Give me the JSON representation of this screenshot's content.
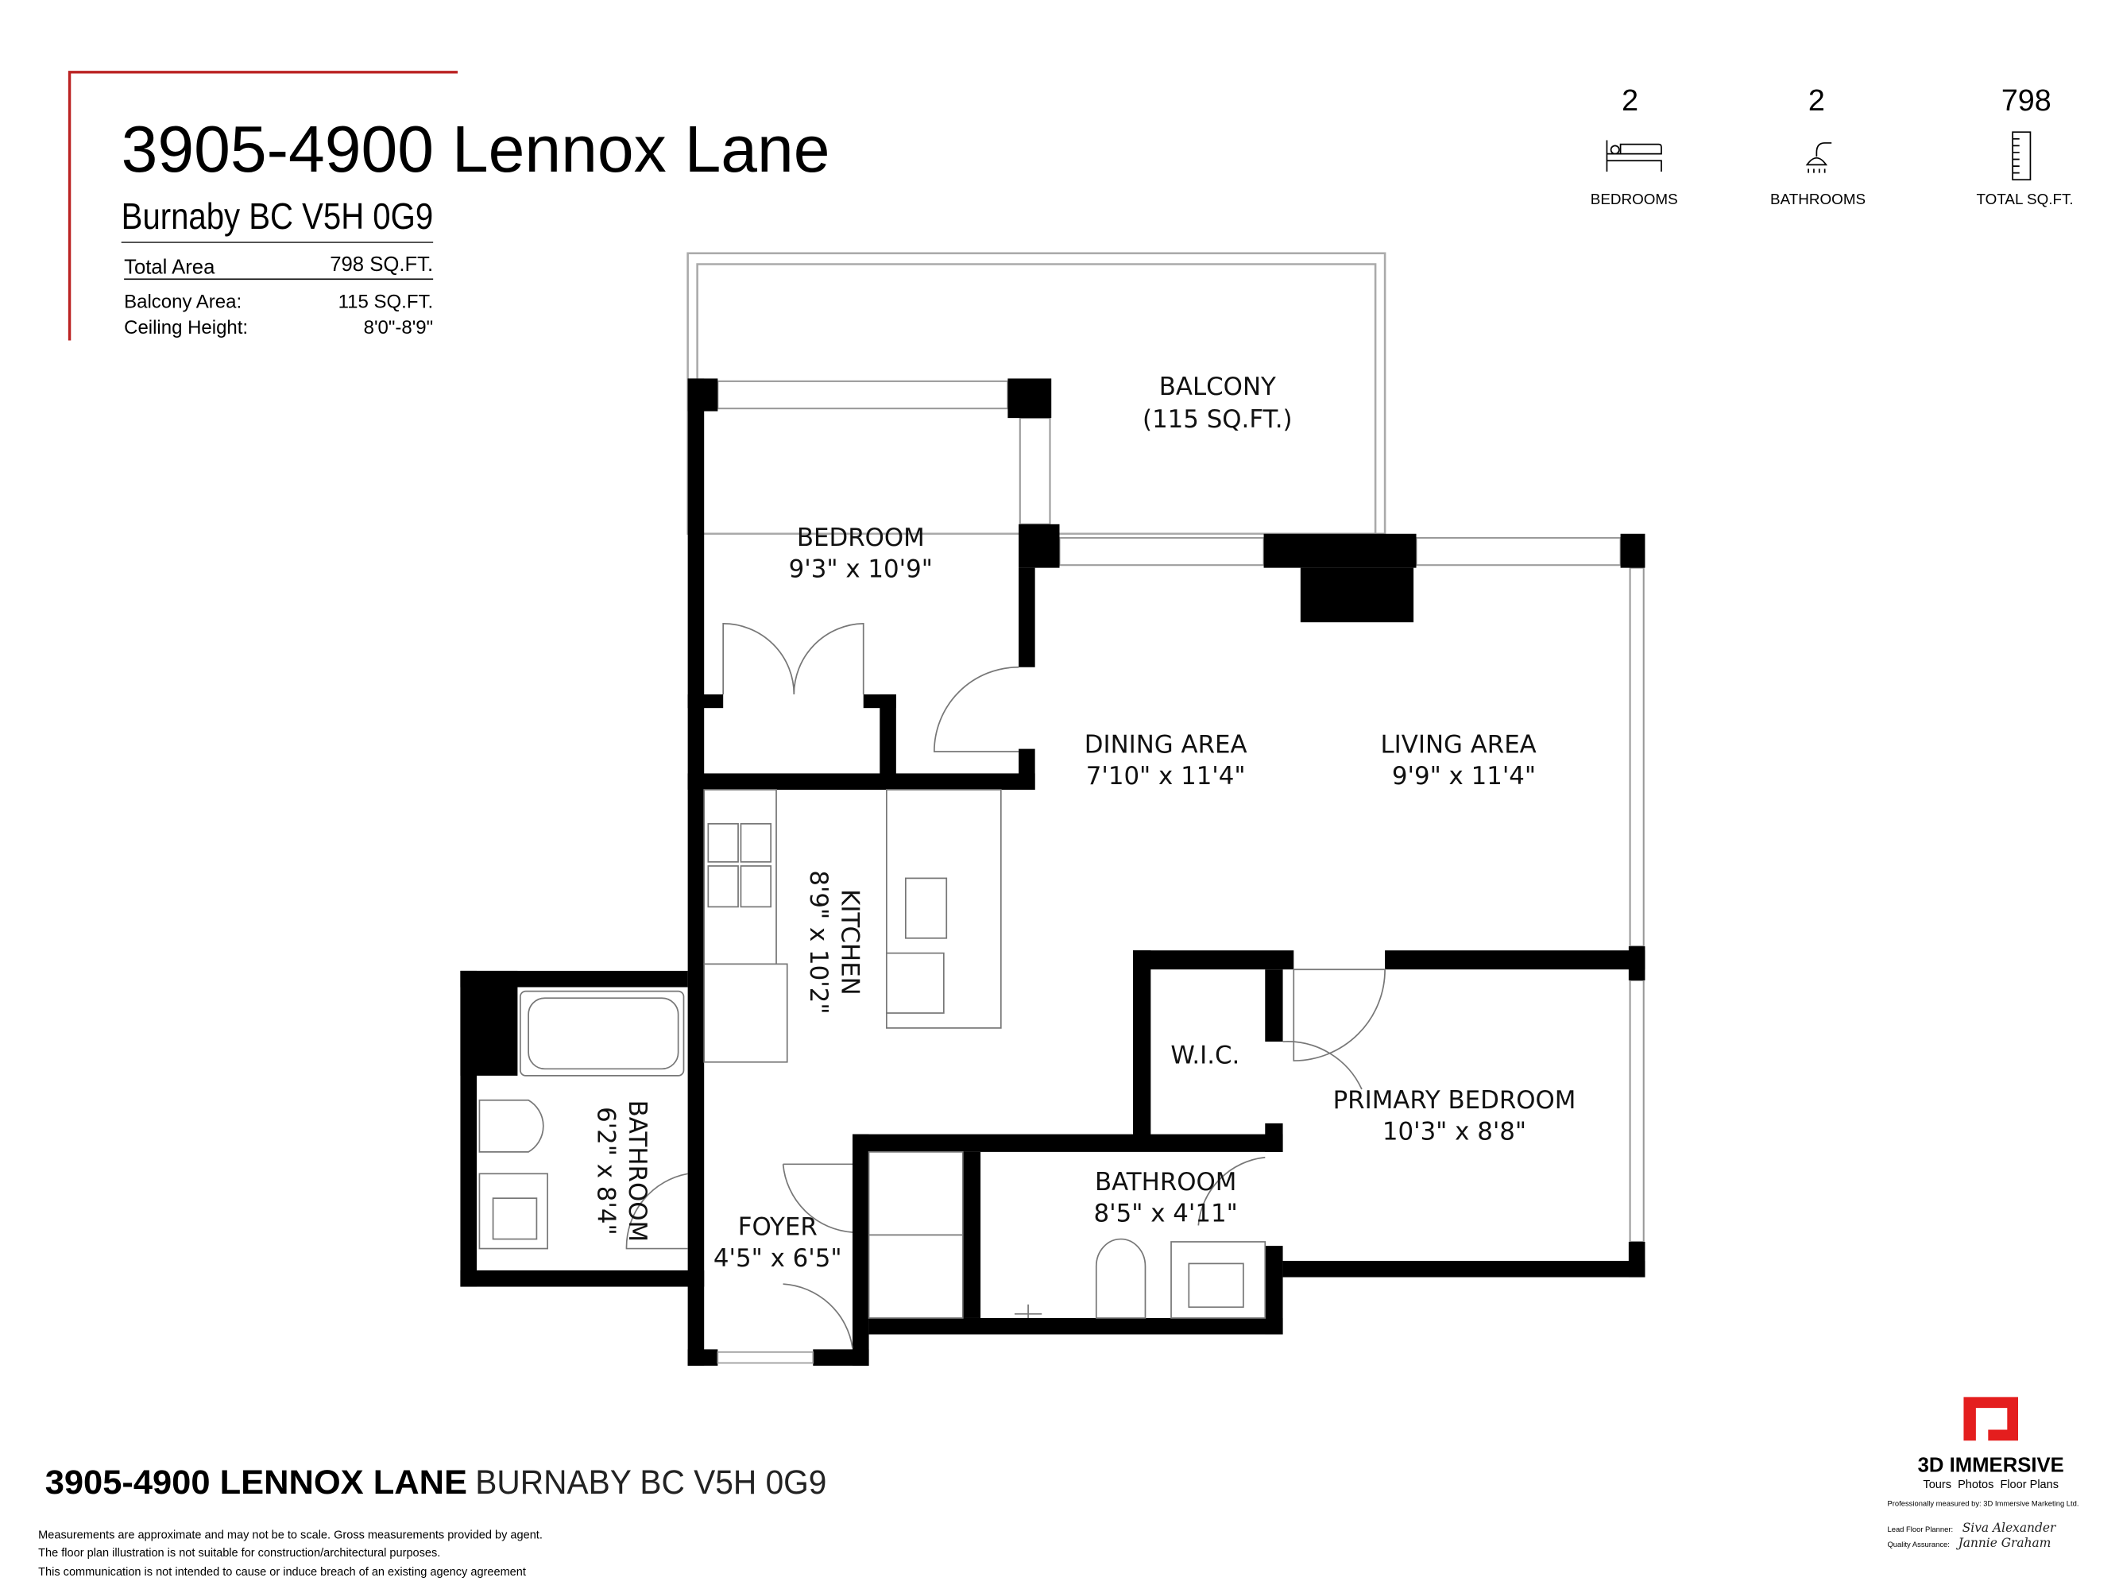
{
  "header": {
    "title": "3905-4900 Lennox Lane",
    "subtitle": "Burnaby BC V5H 0G9",
    "total_area_label": "Total Area",
    "total_area_value": "798 SQ.FT.",
    "balcony_label": "Balcony Area:",
    "balcony_value": "115 SQ.FT.",
    "ceiling_label": "Ceiling Height:",
    "ceiling_value": "8'0\"-8'9\""
  },
  "stats": [
    {
      "value": "2",
      "label": "BEDROOMS",
      "icon": "bed-icon"
    },
    {
      "value": "2",
      "label": "BATHROOMS",
      "icon": "shower-icon"
    },
    {
      "value": "798",
      "label": "TOTAL SQ.FT.",
      "icon": "ruler-icon"
    }
  ],
  "rooms": {
    "balcony": {
      "name": "BALCONY",
      "size": "(115 SQ.FT.)"
    },
    "bedroom": {
      "name": "BEDROOM",
      "size": "9'3\" x 10'9\""
    },
    "dining": {
      "name": "DINING AREA",
      "size": "7'10\" x 11'4\""
    },
    "living": {
      "name": "LIVING AREA",
      "size": "9'9\" x 11'4\""
    },
    "kitchen": {
      "name": "KITCHEN",
      "size": "8'9\" x 10'2\""
    },
    "wic": {
      "name": "W.I.C."
    },
    "primary": {
      "name": "PRIMARY BEDROOM",
      "size": "10'3\" x 8'8\""
    },
    "bath1": {
      "name": "BATHROOM",
      "size": "6'2\" x 8'4\""
    },
    "bath2": {
      "name": "BATHROOM",
      "size": "8'5\" x 4'11\""
    },
    "foyer": {
      "name": "FOYER",
      "size": "4'5\" x 6'5\""
    }
  },
  "footer": {
    "address_bold": "3905-4900 LENNOX LANE",
    "address_light": "BURNABY BC V5H 0G9",
    "disclaimer": [
      "Measurements are approximate and may not be to scale. Gross measurements provided by agent.",
      "The floor plan illustration is not suitable for construction/architectural purposes.",
      "This communication is not intended to cause or induce breach of an existing agency agreement"
    ]
  },
  "brand": {
    "name": "3D IMMERSIVE",
    "tagline": "Tours  Photos  Floor Plans",
    "measured_by": "Professionally measured by: 3D Immersive Marketing Ltd.",
    "lead_label": "Lead Floor Planner:",
    "lead_signature": "Siva Alexander",
    "qa_label": "Quality Assurance:",
    "qa_signature": "Jannie Graham",
    "color": "#e41e1e"
  }
}
